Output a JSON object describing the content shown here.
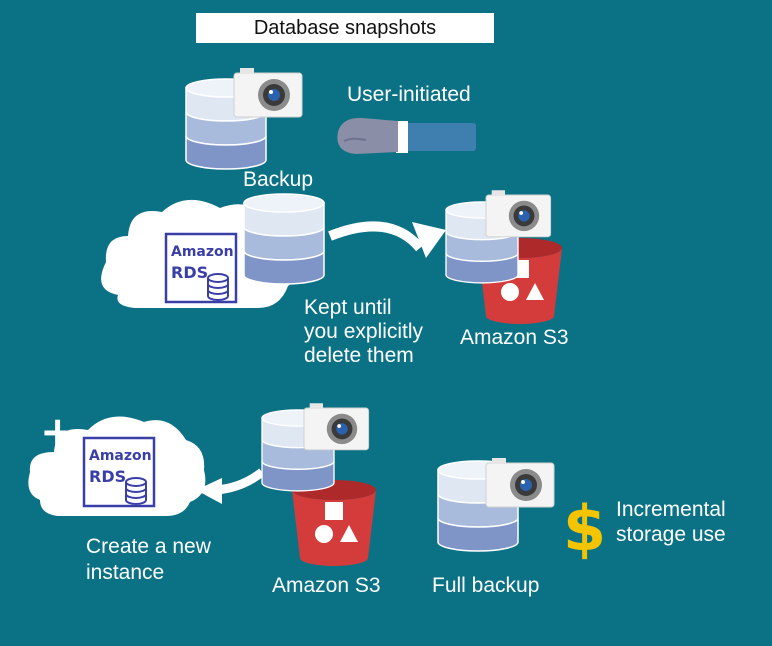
{
  "title": "Database snapshots",
  "labels": {
    "user_initiated": "User-initiated",
    "backup": "Backup",
    "kept_line1": "Kept until",
    "kept_line2": "you explicitly",
    "kept_line3": "delete them",
    "s3_top": "Amazon S3",
    "s3_bottom": "Amazon S3",
    "create_line1": "Create a new",
    "create_line2": "instance",
    "full_backup": "Full backup",
    "incremental_line1": "Incremental",
    "incremental_line2": "storage use",
    "dollar_sign": "$",
    "plus_sign": "+"
  },
  "rds_logo": {
    "line1": "Amazon",
    "line2": "RDS"
  },
  "colors": {
    "background": "#0b7285",
    "db_light": "#dfe7f3",
    "db_mid": "#a9bbdc",
    "db_dark": "#7f95c7",
    "bucket_red": "#d43c3c",
    "rds_blue": "#3a3fa8",
    "dollar_yellow": "#f5c400"
  },
  "icons": [
    "database-icon",
    "camera-icon",
    "hand-icon",
    "cloud-icon",
    "s3-bucket-icon",
    "dollar-icon",
    "plus-icon",
    "arrow-icon"
  ]
}
